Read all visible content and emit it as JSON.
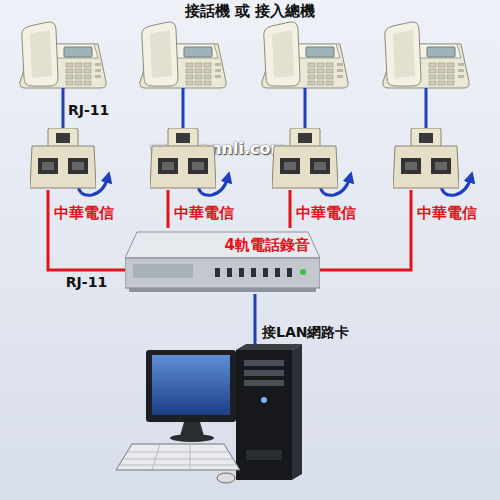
{
  "diagram": {
    "title": "接話機 或 接入總機",
    "nodes": [
      {
        "text": [
          "中華電信"
        ]
      },
      {
        "text": [
          "中華電信"
        ]
      },
      {
        "text": [
          "中華電信"
        ]
      },
      {
        "text": [
          "中華電信"
        ]
      },
      {
        "text": [
          "4軌電話錄音"
        ]
      }
    ],
    "edges": [
      {
        "from": 0,
        "to": 4,
        "arrow": "none",
        "label": "RJ-11"
      },
      {
        "from": 1,
        "to": 4,
        "arrow": "none"
      },
      {
        "from": 2,
        "to": 4,
        "arrow": "none"
      },
      {
        "from": 3,
        "to": 4,
        "arrow": "none"
      }
    ],
    "labels": [
      "RJ-11",
      "www.annli.com.tw",
      "接LAN網路卡"
    ]
  }
}
